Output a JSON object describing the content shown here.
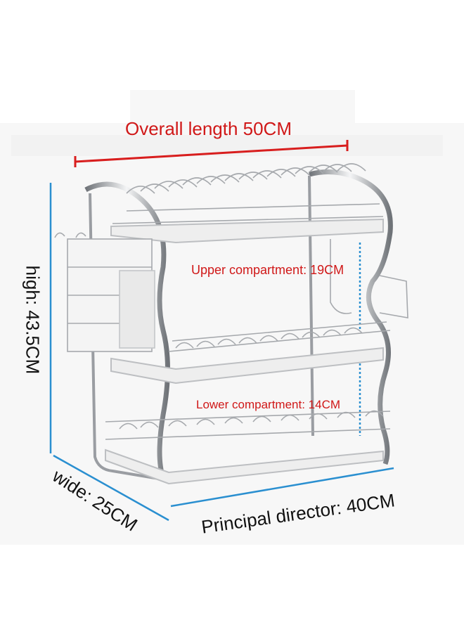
{
  "labels": {
    "overall_length": "Overall length 50CM",
    "upper_compartment": "Upper compartment: 19CM",
    "lower_compartment": "Lower compartment: 14CM",
    "height": "high: 43.5CM",
    "width": "wide: 25CM",
    "depth": "Principal director: 40CM"
  },
  "colors": {
    "overall_length_line": "#d81e1e",
    "dimension_lines": "#2a8fd0",
    "rack_metal": "#8e9196",
    "tray": "#e8e8e8"
  }
}
